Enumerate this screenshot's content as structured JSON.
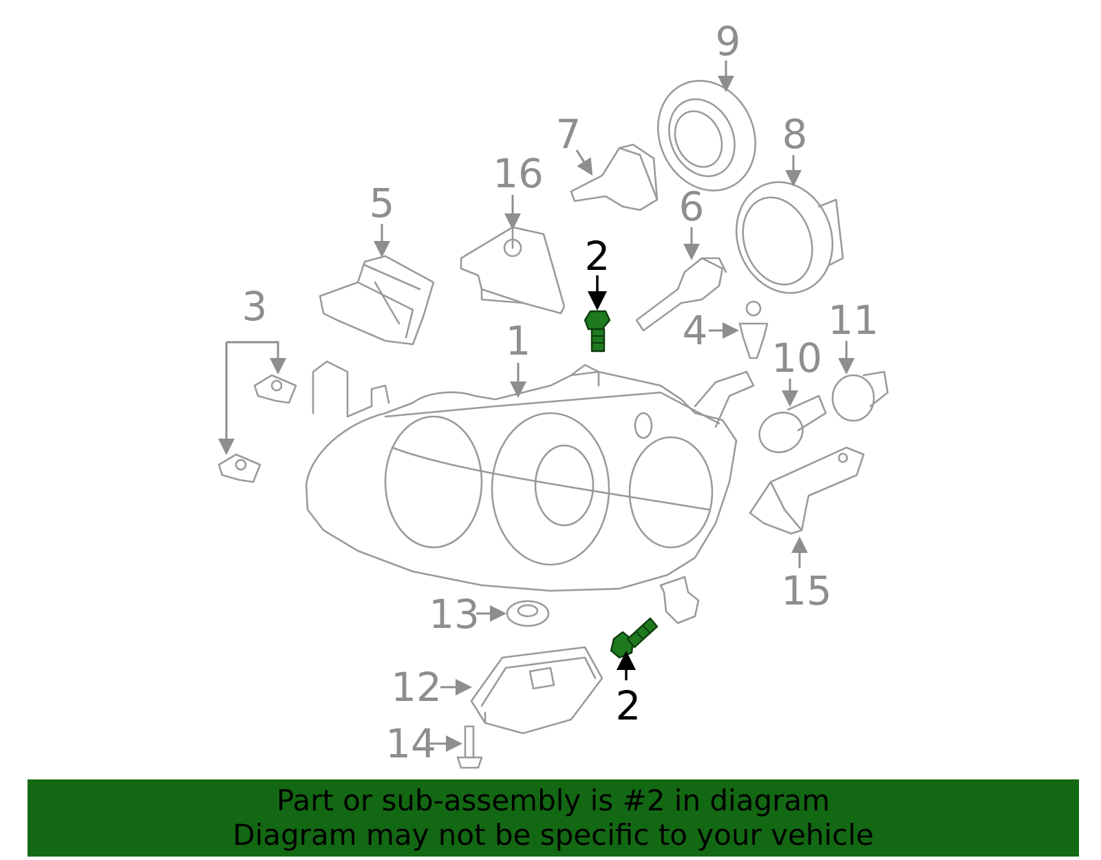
{
  "callouts": {
    "n1": "1",
    "n2_top": "2",
    "n2_bottom": "2",
    "n3": "3",
    "n4": "4",
    "n5": "5",
    "n6": "6",
    "n7": "7",
    "n8": "8",
    "n9": "9",
    "n10": "10",
    "n11": "11",
    "n12": "12",
    "n13": "13",
    "n14": "14",
    "n15": "15",
    "n16": "16"
  },
  "highlight": {
    "part_number": "2",
    "color": "#1f7a1f"
  },
  "banner": {
    "line1": "Part or sub-assembly is #2 in diagram",
    "line2": "Diagram may not be specific to your vehicle",
    "background": "#136813"
  }
}
